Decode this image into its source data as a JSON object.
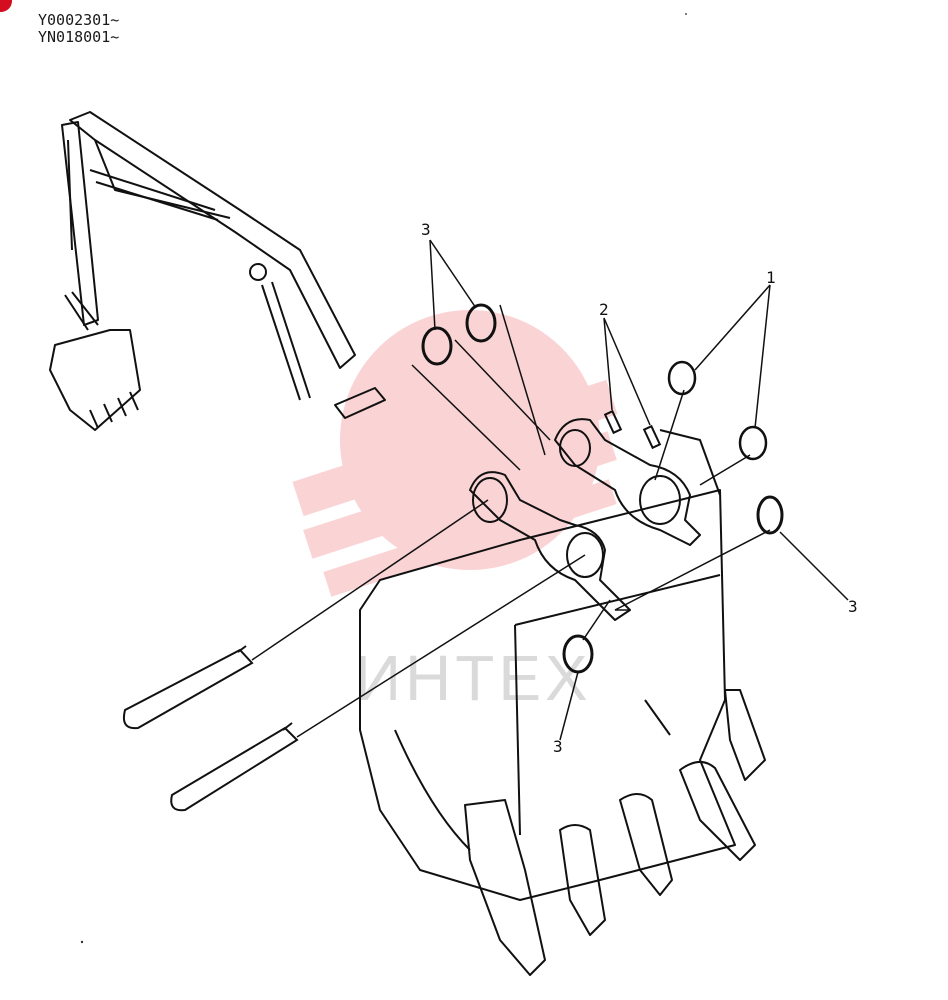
{
  "serial_numbers": [
    "Y0002301~",
    "YN018001~"
  ],
  "callouts": {
    "c1": "1",
    "c2": "2",
    "c3a": "3",
    "c3b": "3",
    "c3c": "3"
  },
  "watermark": {
    "text": "ИНТЕХ",
    "color": "#e8141e"
  },
  "accent_color": "#d40d20"
}
